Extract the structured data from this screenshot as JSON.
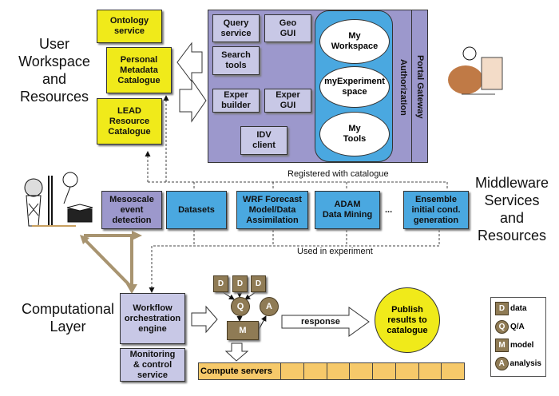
{
  "sections": {
    "user_workspace": "User\nWorkspace\nand\nResources",
    "middleware": "Middleware\nServices\nand\nResources",
    "computational": "Computational\nLayer"
  },
  "catalogues": {
    "ontology": "Ontology\nservice",
    "personal_metadata": "Personal\nMetadata\nCatalogue",
    "lead_resource": "LEAD\nResource\nCatalogue"
  },
  "portal": {
    "tools": {
      "query": "Query\nservice",
      "geo": "Geo\nGUI",
      "search": "Search\ntools",
      "exper_builder": "Exper\nbuilder",
      "exper_gui": "Exper\nGUI",
      "idv": "IDV\nclient"
    },
    "spaces": {
      "my_workspace": "My\nWorkspace",
      "my_experiment": "myExperiment\nspace",
      "my_tools": "My\nTools"
    },
    "authorization": "Authorization",
    "gateway": "Portal Gateway"
  },
  "middleware": {
    "registered_label": "Registered with catalogue",
    "used_label": "Used in experiment",
    "ellipsis": "...",
    "services": {
      "mesoscale": "Mesoscale\nevent\ndetection",
      "datasets": "Datasets",
      "wrf": "WRF Forecast\nModel/Data\nAssimilation",
      "adam": "ADAM\nData Mining",
      "ensemble": "Ensemble\ninitial cond.\ngeneration"
    }
  },
  "computational": {
    "workflow_engine": "Workflow\norchestration\nengine",
    "monitoring": "Monitoring\n& control\nservice",
    "graph": {
      "d": "D",
      "q": "Q",
      "a": "A",
      "m": "M"
    },
    "response": "response",
    "publish": "Publish\nresults to\ncatalogue",
    "compute_servers": "Compute servers",
    "compute_server_slots": 8
  },
  "legend": [
    {
      "symbol": "D",
      "shape": "square",
      "label": "data"
    },
    {
      "symbol": "Q",
      "shape": "circle",
      "label": "Q/A"
    },
    {
      "symbol": "M",
      "shape": "square",
      "label": "model"
    },
    {
      "symbol": "A",
      "shape": "circle",
      "label": "analysis"
    }
  ],
  "colors": {
    "yellow": "#f0ea1a",
    "lavender": "#c8c8e6",
    "purple": "#9c98cc",
    "blue": "#4aa8e0",
    "brown": "#8f7b55",
    "orange": "#f6c96a",
    "arrow_tan": "#a89470"
  }
}
